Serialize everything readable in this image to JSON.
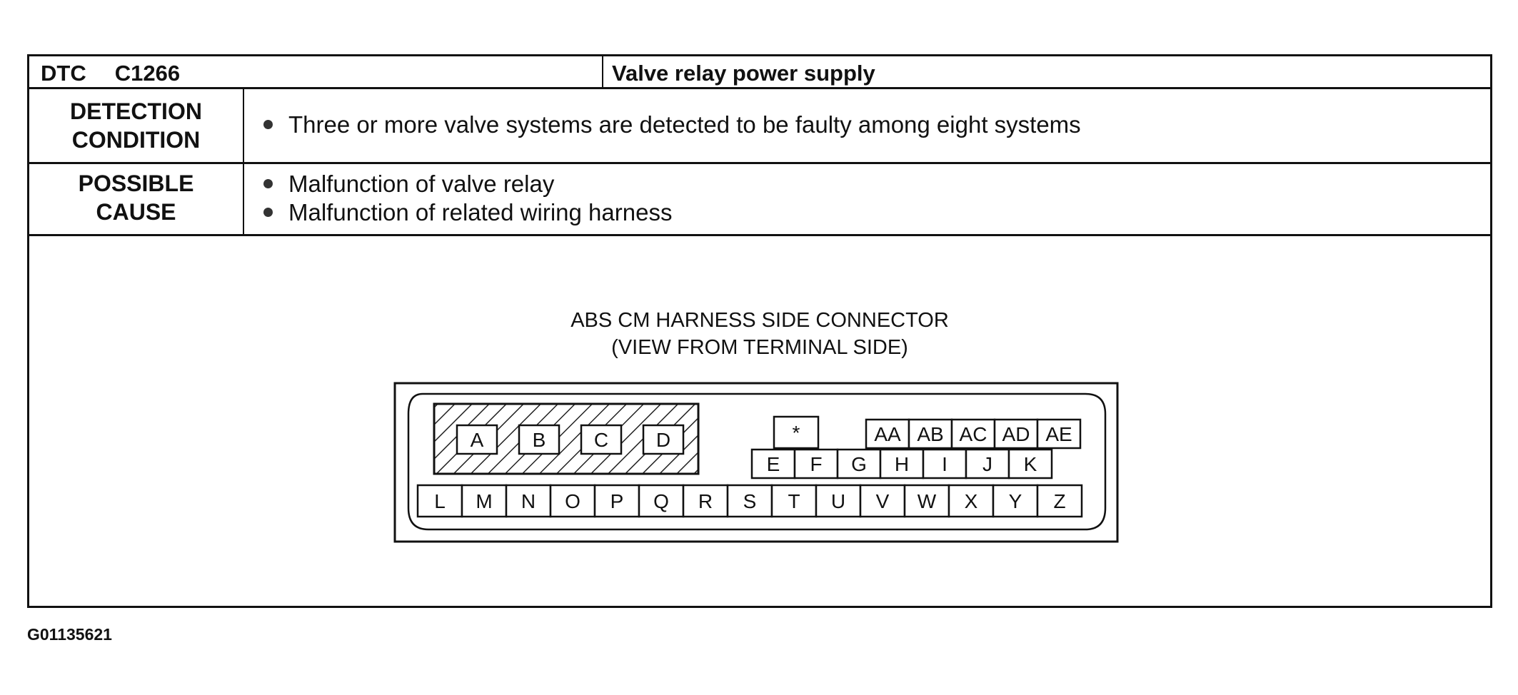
{
  "dtc": {
    "label": "DTC",
    "code": "C1266",
    "title": "Valve relay power supply"
  },
  "detection": {
    "heading": [
      "DETECTION",
      "CONDITION"
    ],
    "items": [
      "Three or more valve systems are detected to be faulty among eight systems"
    ]
  },
  "possible_cause": {
    "heading": [
      "POSSIBLE",
      "CAUSE"
    ],
    "items": [
      "Malfunction of valve relay",
      "Malfunction of related wiring harness"
    ]
  },
  "connector": {
    "title": [
      "ABS CM HARNESS SIDE CONNECTOR",
      "(VIEW FROM TERMINAL SIDE)"
    ],
    "hatched_terminals": [
      "A",
      "B",
      "C",
      "D"
    ],
    "star_terminal": "*",
    "top_row": [
      "AA",
      "AB",
      "AC",
      "AD",
      "AE"
    ],
    "middle_row": [
      "E",
      "F",
      "G",
      "H",
      "I",
      "J",
      "K"
    ],
    "bottom_row": [
      "L",
      "M",
      "N",
      "O",
      "P",
      "Q",
      "R",
      "S",
      "T",
      "U",
      "V",
      "W",
      "X",
      "Y",
      "Z"
    ]
  },
  "figure_id": "G01135621"
}
